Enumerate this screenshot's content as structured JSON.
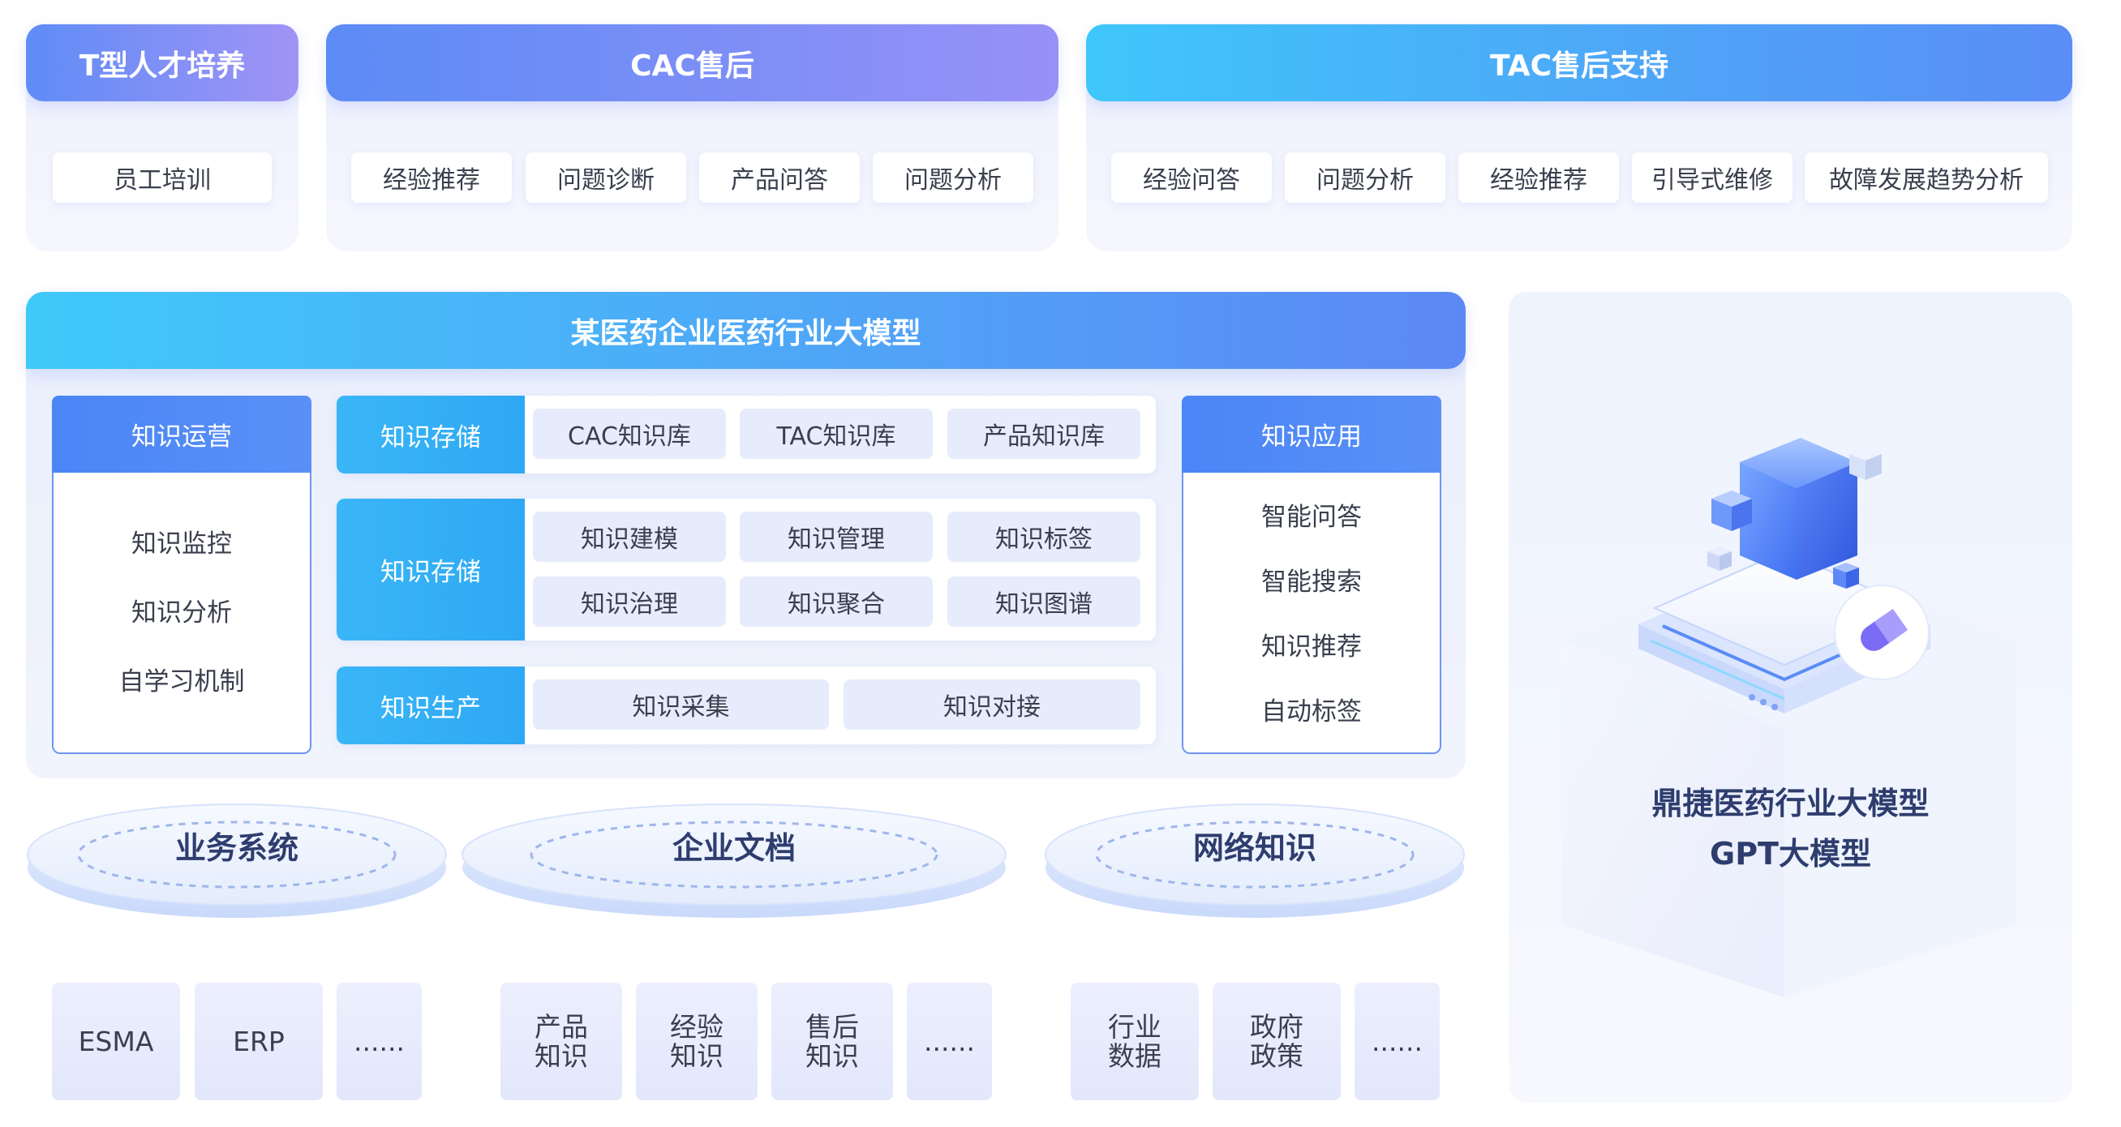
{
  "top": {
    "talent": {
      "title": "T型人才培养",
      "items": [
        "员工培训"
      ]
    },
    "cac": {
      "title": "CAC售后",
      "items": [
        "经验推荐",
        "问题诊断",
        "产品问答",
        "问题分析"
      ]
    },
    "tac": {
      "title": "TAC售后支持",
      "items": [
        "经验问答",
        "问题分析",
        "经验推荐",
        "引导式维修",
        "故障发展趋势分析"
      ]
    }
  },
  "model": {
    "title": "某医药企业医药行业大模型",
    "ops": {
      "title": "知识运营",
      "items": [
        "知识监控",
        "知识分析",
        "自学习机制"
      ]
    },
    "storage_row": {
      "label": "知识存储",
      "items": [
        "CAC知识库",
        "TAC知识库",
        "产品知识库"
      ]
    },
    "manage_row": {
      "label": "知识存储",
      "items": [
        "知识建模",
        "知识管理",
        "知识标签",
        "知识治理",
        "知识聚合",
        "知识图谱"
      ]
    },
    "produce_row": {
      "label": "知识生产",
      "items": [
        "知识采集",
        "知识对接"
      ]
    },
    "apps": {
      "title": "知识应用",
      "items": [
        "智能问答",
        "智能搜索",
        "知识推荐",
        "自动标签"
      ]
    }
  },
  "sources": [
    {
      "title": "业务系统",
      "items": [
        "ESMA",
        "ERP",
        "......"
      ]
    },
    {
      "title": "企业文档",
      "items": [
        "产品\n知识",
        "经验\n知识",
        "售后\n知识",
        "......"
      ]
    },
    {
      "title": "网络知识",
      "items": [
        "行业\n数据",
        "政府\n政策",
        "......"
      ]
    }
  ],
  "right": {
    "line1": "鼎捷医药行业大模型",
    "line2": "GPT大模型",
    "icon": "capsule-icon"
  },
  "colors": {
    "banner_purple_start": "#6f8ef7",
    "banner_purple_end": "#9a93f6",
    "banner_blue_start": "#3cc3fa",
    "banner_blue_end": "#5a8bf6",
    "accent_cyan": "#2ea8f3",
    "accent_blue": "#4a86f6"
  }
}
